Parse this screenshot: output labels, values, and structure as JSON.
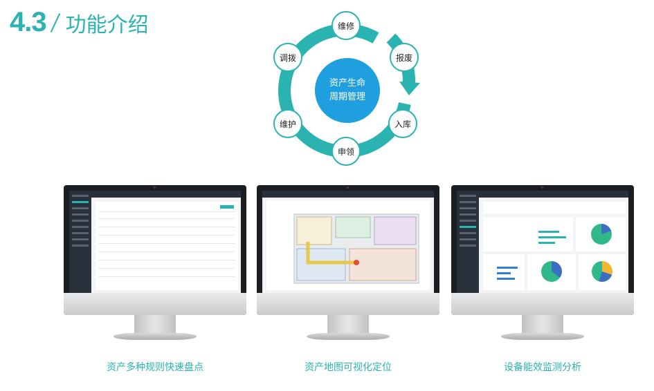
{
  "heading": {
    "number": "4.3",
    "title": "功能介绍"
  },
  "cycle": {
    "center_line1": "资产生命",
    "center_line2": "周期管理",
    "stages": [
      "维修",
      "报废",
      "入库",
      "申领",
      "维护",
      "调拨"
    ]
  },
  "monitors": [
    {
      "caption": "资产多种规则快速盘点"
    },
    {
      "caption": "资产地图可视化定位"
    },
    {
      "caption": "设备能效监测分析"
    }
  ],
  "colors": {
    "accent": "#2ab3b0",
    "center": "#1f9fe0"
  }
}
